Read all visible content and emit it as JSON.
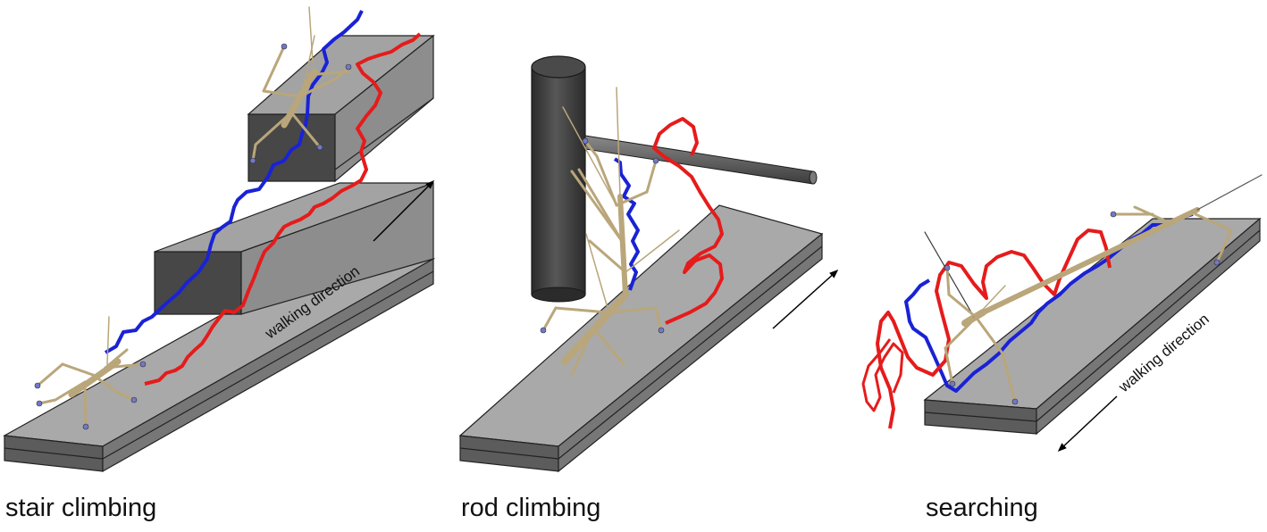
{
  "panels": [
    {
      "label": "stair climbing"
    },
    {
      "label": "rod climbing"
    },
    {
      "label": "searching"
    }
  ],
  "annotations": {
    "stair_direction": "walking direction",
    "search_direction": "walking direction"
  },
  "colors": {
    "blue_trace": "#1a22d6",
    "red_trace": "#e61b1b",
    "platform_top": "#a8a8a8",
    "platform_side": "#5a5a5a",
    "block_dark": "#474747",
    "insect": "#b9a67a"
  }
}
